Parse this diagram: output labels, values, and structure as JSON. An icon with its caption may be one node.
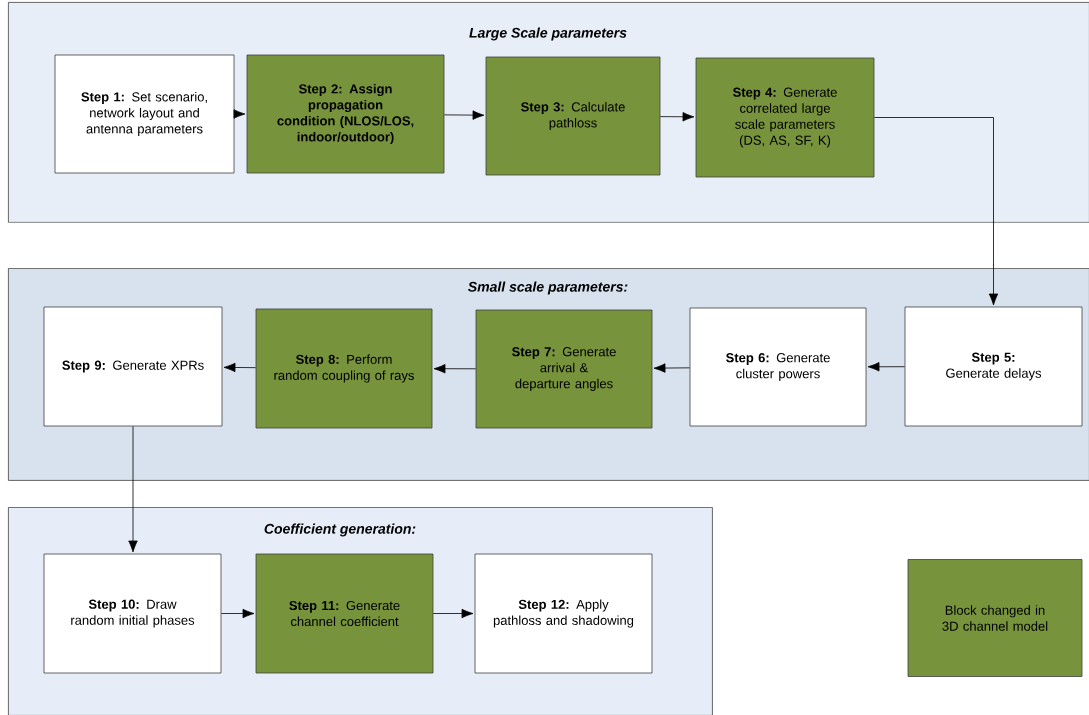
{
  "diagram": {
    "nodes": [
      {
        "text": [
          "Large Scale parameters"
        ]
      },
      {
        "text": [
          "**Step 1:** Set scenario, network layout and antenna parameters"
        ],
        "in": 0
      },
      {
        "text": [
          "**Step 2: Assign propagation condition (NLOS/LOS, indoor/outdoor)**"
        ],
        "in": 0
      },
      {
        "text": [
          "**Step 3:** Calculate pathloss"
        ],
        "in": 0
      },
      {
        "text": [
          "**Step 4:** Generate correlated large scale parameters (DS, AS, SF, K)"
        ],
        "in": 0
      },
      {
        "text": [
          "Small scale parameters:"
        ]
      },
      {
        "text": [
          "**Step 5:** Generate delays"
        ],
        "in": 5
      },
      {
        "text": [
          "**Step 6:** Generate cluster powers"
        ],
        "in": 5
      },
      {
        "text": [
          "**Step 7:** Generate arrival & departure angles"
        ],
        "in": 5
      },
      {
        "text": [
          "**Step 8:** Perform random coupling of rays"
        ],
        "in": 5
      },
      {
        "text": [
          "**Step 9:** Generate XPRs"
        ],
        "in": 5
      },
      {
        "text": [
          "Coefficient generation:"
        ]
      },
      {
        "text": [
          "**Step 10:** Draw random initial phases"
        ],
        "in": 11
      },
      {
        "text": [
          "**Step 11:** Generate channel coefficient"
        ],
        "in": 11
      },
      {
        "text": [
          "**Step 12:** Apply pathloss and shadowing"
        ],
        "in": 11
      }
    ],
    "edges": [
      {
        "from": 1,
        "to": 2,
        "arrow": "to"
      },
      {
        "from": 2,
        "to": 3,
        "arrow": "to"
      },
      {
        "from": 3,
        "to": 4,
        "arrow": "to"
      },
      {
        "from": 4,
        "to": 6,
        "arrow": "to"
      },
      {
        "from": 6,
        "to": 7,
        "arrow": "to"
      },
      {
        "from": 7,
        "to": 8,
        "arrow": "to"
      },
      {
        "from": 8,
        "to": 9,
        "arrow": "to"
      },
      {
        "from": 9,
        "to": 10,
        "arrow": "to"
      },
      {
        "from": 10,
        "to": 12,
        "arrow": "to"
      },
      {
        "from": 12,
        "to": 13,
        "arrow": "to"
      },
      {
        "from": 13,
        "to": 14,
        "arrow": "to"
      }
    ],
    "legend": [
      {
        "text": "Block changed in 3D channel model",
        "color": "#77933c"
      }
    ]
  }
}
